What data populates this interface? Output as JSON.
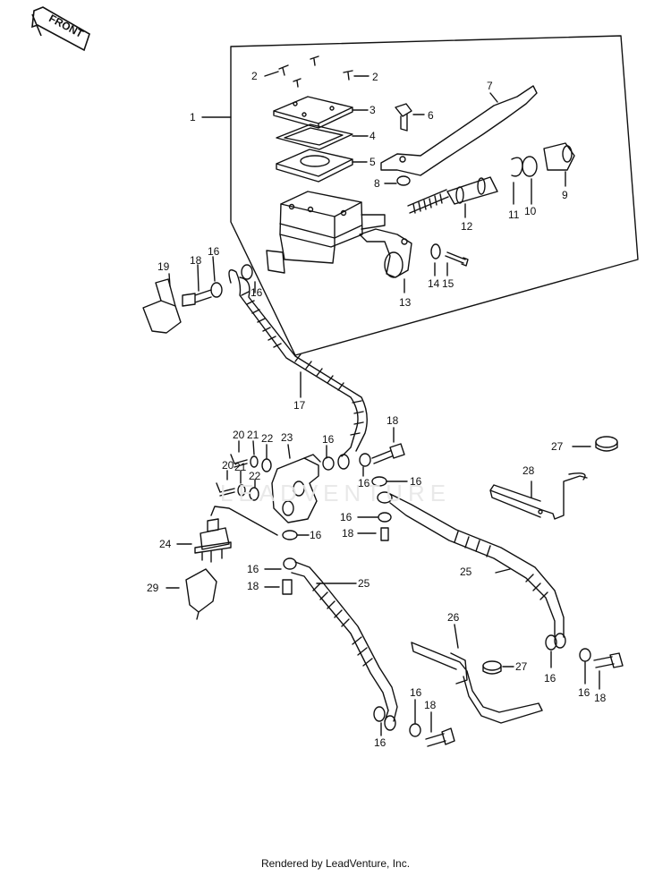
{
  "front_label": "FRONT",
  "watermark": "LEADVENTURE",
  "footer": "Rendered by LeadVenture, Inc.",
  "callouts": [
    {
      "id": "c1",
      "text": "1"
    },
    {
      "id": "c2a",
      "text": "2"
    },
    {
      "id": "c2b",
      "text": "2"
    },
    {
      "id": "c3",
      "text": "3"
    },
    {
      "id": "c4",
      "text": "4"
    },
    {
      "id": "c5",
      "text": "5"
    },
    {
      "id": "c6",
      "text": "6"
    },
    {
      "id": "c7",
      "text": "7"
    },
    {
      "id": "c8",
      "text": "8"
    },
    {
      "id": "c9",
      "text": "9"
    },
    {
      "id": "c10",
      "text": "10"
    },
    {
      "id": "c11",
      "text": "11"
    },
    {
      "id": "c12",
      "text": "12"
    },
    {
      "id": "c13",
      "text": "13"
    },
    {
      "id": "c14",
      "text": "14"
    },
    {
      "id": "c15",
      "text": "15"
    },
    {
      "id": "c16a",
      "text": "16"
    },
    {
      "id": "c16b",
      "text": "16"
    },
    {
      "id": "c16c",
      "text": "16"
    },
    {
      "id": "c16d",
      "text": "16"
    },
    {
      "id": "c16e",
      "text": "16"
    },
    {
      "id": "c16f",
      "text": "16"
    },
    {
      "id": "c16g",
      "text": "16"
    },
    {
      "id": "c16h",
      "text": "16"
    },
    {
      "id": "c16i",
      "text": "16"
    },
    {
      "id": "c16j",
      "text": "16"
    },
    {
      "id": "c16k",
      "text": "16"
    },
    {
      "id": "c16l",
      "text": "16"
    },
    {
      "id": "c17",
      "text": "17"
    },
    {
      "id": "c18a",
      "text": "18"
    },
    {
      "id": "c18b",
      "text": "18"
    },
    {
      "id": "c18c",
      "text": "18"
    },
    {
      "id": "c18d",
      "text": "18"
    },
    {
      "id": "c18e",
      "text": "18"
    },
    {
      "id": "c18f",
      "text": "18"
    },
    {
      "id": "c19",
      "text": "19"
    },
    {
      "id": "c20a",
      "text": "20"
    },
    {
      "id": "c20b",
      "text": "20"
    },
    {
      "id": "c21a",
      "text": "21"
    },
    {
      "id": "c21b",
      "text": "21"
    },
    {
      "id": "c22a",
      "text": "22"
    },
    {
      "id": "c22b",
      "text": "22"
    },
    {
      "id": "c23",
      "text": "23"
    },
    {
      "id": "c24",
      "text": "24"
    },
    {
      "id": "c25a",
      "text": "25"
    },
    {
      "id": "c25b",
      "text": "25"
    },
    {
      "id": "c26",
      "text": "26"
    },
    {
      "id": "c27a",
      "text": "27"
    },
    {
      "id": "c27b",
      "text": "27"
    },
    {
      "id": "c28",
      "text": "28"
    },
    {
      "id": "c29",
      "text": "29"
    }
  ]
}
